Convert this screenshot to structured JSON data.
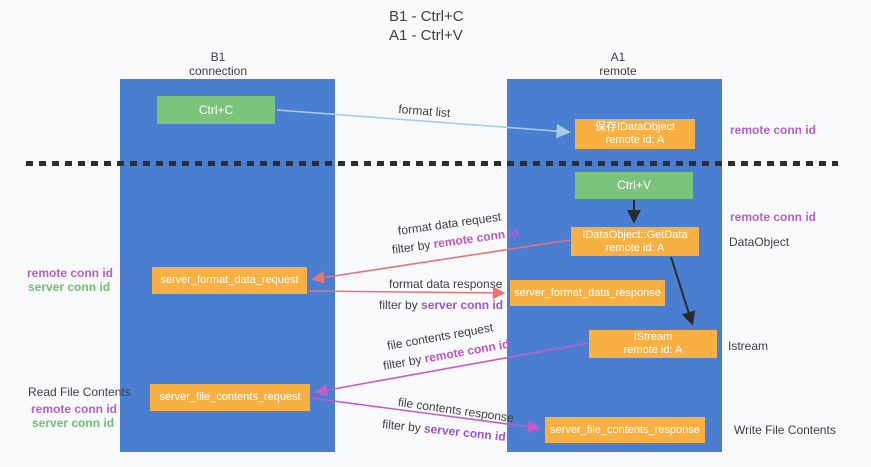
{
  "title": {
    "line1": "B1 - Ctrl+C",
    "line2": "A1 - Ctrl+V"
  },
  "columns": {
    "left": {
      "name": "B1",
      "role": "connection"
    },
    "right": {
      "name": "A1",
      "role": "remote"
    }
  },
  "nodes": {
    "ctrl_c": {
      "label": "Ctrl+C"
    },
    "ctrl_v": {
      "label": "Ctrl+V"
    },
    "save_dataobject": {
      "line1": "保存IDataObject",
      "line2": "remote id: A"
    },
    "getdata": {
      "line1": "IDataObject::GetData",
      "line2": "remote id: A"
    },
    "istream": {
      "line1": "IStream",
      "line2": "remote id: A"
    },
    "format_request": {
      "label": "server_format_data_request"
    },
    "format_response": {
      "label": "server_format_data_response"
    },
    "file_request": {
      "label": "server_file_contents_request"
    },
    "file_response": {
      "label": "server_file_contents_response"
    }
  },
  "flow_labels": {
    "format_list": "format list",
    "format_request": "format data request",
    "format_response": "format data response",
    "file_request": "file contents request",
    "file_response": "file contents response",
    "filter_by": "filter by",
    "remote_conn_id": "remote conn id",
    "server_conn_id": "server conn id"
  },
  "side_labels": {
    "remote_conn_id": "remote conn id",
    "server_conn_id": "server conn id",
    "dataobject": "DataObject",
    "istream": "Istream",
    "read_file_contents": "Read File Contents",
    "write_file_contents": "Write File Contents"
  },
  "colors": {
    "column_blue": "#4a7ed1",
    "node_green": "#7cc47c",
    "node_orange": "#f9b042",
    "remote_conn_purple": "#b560c8",
    "server_conn_green": "#6fbf73",
    "filter_remote_magenta": "#c155c8",
    "filter_server_purple": "#9a55cf",
    "arrow_red": "#e87373",
    "arrow_magenta": "#c65bc6",
    "arrow_light_blue": "#a8cdeb",
    "arrow_black": "#2b2b2b",
    "dashed_line": "#2e2e2e"
  }
}
